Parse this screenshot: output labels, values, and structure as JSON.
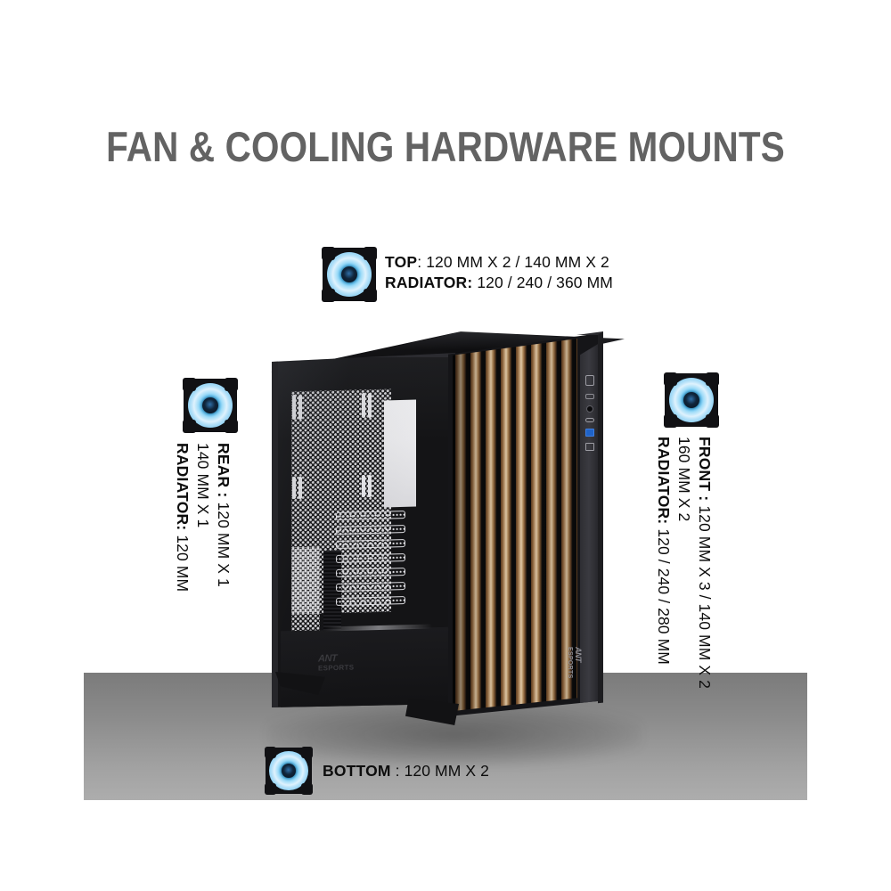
{
  "page": {
    "title": "FAN & COOLING HARDWARE MOUNTS",
    "background_color": "#ffffff",
    "title_color": "#636363",
    "ground_color": "#8b8b8b",
    "accent_color": "#49b6ee"
  },
  "product": {
    "brand": "ANT",
    "brand_sub": "ESPORTS",
    "type": "mid-tower-pc-case",
    "front_panel_finish": "wood-slat",
    "wood_color": "#8a6038",
    "chassis_color": "#151518",
    "io_ports": [
      {
        "name": "power-button"
      },
      {
        "name": "reset-button"
      },
      {
        "name": "audio-jack"
      },
      {
        "name": "usb-c-port"
      },
      {
        "name": "usb-3-port",
        "color": "#1f63c8"
      },
      {
        "name": "usb-port"
      }
    ],
    "pci_slot_count": 7
  },
  "callouts": {
    "top": {
      "icon": "rgb-fan-icon",
      "lines": [
        {
          "label": "TOP",
          "sep": ": ",
          "value": "120 MM X 2 / 140 MM X 2"
        },
        {
          "label": "RADIATOR:",
          "sep": " ",
          "value": "120 / 240 / 360 MM"
        }
      ]
    },
    "rear": {
      "icon": "rgb-fan-icon",
      "lines": [
        {
          "label": "REAR :",
          "sep": " ",
          "value": "120 MM X 1"
        },
        {
          "label": "",
          "sep": "",
          "value": "140 MM X 1"
        },
        {
          "label": "RADIATOR:",
          "sep": " ",
          "value": "120 MM"
        }
      ]
    },
    "front": {
      "icon": "rgb-fan-icon",
      "lines": [
        {
          "label": "FRONT :",
          "sep": " ",
          "value": "120 MM X 3 / 140 MM X 2"
        },
        {
          "label": "",
          "sep": "",
          "value": "160 MM X 2"
        },
        {
          "label": "RADIATOR:",
          "sep": " ",
          "value": "120 / 240 / 280 MM"
        }
      ]
    },
    "bottom": {
      "icon": "rgb-fan-icon",
      "lines": [
        {
          "label": "BOTTOM",
          "sep": " : ",
          "value": "120 MM X 2"
        }
      ]
    }
  }
}
